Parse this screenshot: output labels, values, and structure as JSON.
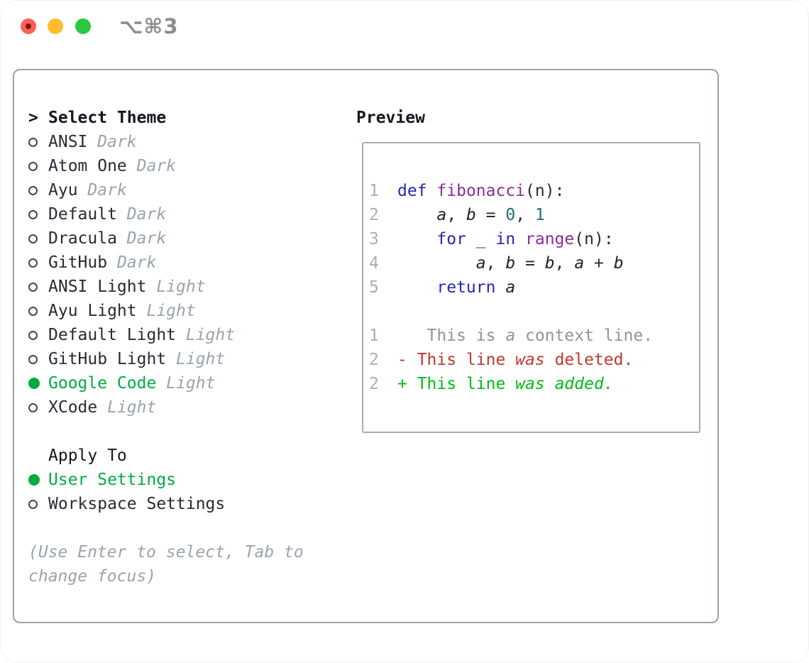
{
  "window": {
    "shortcut_label": "⌥⌘3",
    "traffic_lights": [
      {
        "name": "close",
        "color": "#ff5f57"
      },
      {
        "name": "minimize",
        "color": "#febc2e"
      },
      {
        "name": "zoom",
        "color": "#28c840"
      }
    ]
  },
  "theme_panel": {
    "header_arrow": ">",
    "header_label": "Select Theme",
    "items": [
      {
        "name": "ANSI",
        "variant": "Dark",
        "selected": false
      },
      {
        "name": "Atom One",
        "variant": "Dark",
        "selected": false
      },
      {
        "name": "Ayu",
        "variant": "Dark",
        "selected": false
      },
      {
        "name": "Default",
        "variant": "Dark",
        "selected": false
      },
      {
        "name": "Dracula",
        "variant": "Dark",
        "selected": false
      },
      {
        "name": "GitHub",
        "variant": "Dark",
        "selected": false
      },
      {
        "name": "ANSI Light",
        "variant": "Light",
        "selected": false
      },
      {
        "name": "Ayu Light",
        "variant": "Light",
        "selected": false
      },
      {
        "name": "Default Light",
        "variant": "Light",
        "selected": false
      },
      {
        "name": "GitHub Light",
        "variant": "Light",
        "selected": false
      },
      {
        "name": "Google Code",
        "variant": "Light",
        "selected": true
      },
      {
        "name": "XCode",
        "variant": "Light",
        "selected": false
      }
    ],
    "apply_to": {
      "label": "Apply To",
      "options": [
        {
          "name": "User Settings",
          "selected": true
        },
        {
          "name": "Workspace Settings",
          "selected": false
        }
      ]
    },
    "hint": "(Use Enter to select, Tab to change focus)"
  },
  "preview_panel": {
    "title": "Preview",
    "code_lines": [
      {
        "num": "1",
        "tokens": [
          {
            "t": "def",
            "s": "kw"
          },
          {
            "t": " ",
            "s": "pl"
          },
          {
            "t": "fibonacci",
            "s": "fn"
          },
          {
            "t": "(n):",
            "s": "pl"
          }
        ]
      },
      {
        "num": "2",
        "tokens": [
          {
            "t": "    ",
            "s": "pl"
          },
          {
            "t": "a",
            "s": "var"
          },
          {
            "t": ", ",
            "s": "pl"
          },
          {
            "t": "b",
            "s": "var"
          },
          {
            "t": " = ",
            "s": "pl"
          },
          {
            "t": "0",
            "s": "num"
          },
          {
            "t": ", ",
            "s": "pl"
          },
          {
            "t": "1",
            "s": "num"
          }
        ]
      },
      {
        "num": "3",
        "tokens": [
          {
            "t": "    ",
            "s": "pl"
          },
          {
            "t": "for",
            "s": "kw"
          },
          {
            "t": " _ ",
            "s": "pl"
          },
          {
            "t": "in",
            "s": "kw"
          },
          {
            "t": " ",
            "s": "pl"
          },
          {
            "t": "range",
            "s": "fn"
          },
          {
            "t": "(n):",
            "s": "pl"
          }
        ]
      },
      {
        "num": "4",
        "tokens": [
          {
            "t": "        ",
            "s": "pl"
          },
          {
            "t": "a",
            "s": "var"
          },
          {
            "t": ", ",
            "s": "pl"
          },
          {
            "t": "b",
            "s": "var"
          },
          {
            "t": " = ",
            "s": "pl"
          },
          {
            "t": "b",
            "s": "var"
          },
          {
            "t": ", ",
            "s": "pl"
          },
          {
            "t": "a",
            "s": "var"
          },
          {
            "t": " + ",
            "s": "pl"
          },
          {
            "t": "b",
            "s": "var"
          }
        ]
      },
      {
        "num": "5",
        "tokens": [
          {
            "t": "    ",
            "s": "pl"
          },
          {
            "t": "return",
            "s": "kw"
          },
          {
            "t": " ",
            "s": "pl"
          },
          {
            "t": "a",
            "s": "var"
          }
        ]
      }
    ],
    "diff_lines": [
      {
        "num": "1",
        "tokens": [
          {
            "t": "   This is ",
            "s": "ctx"
          },
          {
            "t": "a",
            "s": "ctxi"
          },
          {
            "t": " context line.",
            "s": "ctx"
          }
        ]
      },
      {
        "num": "2",
        "tokens": [
          {
            "t": "- This line ",
            "s": "del"
          },
          {
            "t": "was",
            "s": "deli"
          },
          {
            "t": " deleted.",
            "s": "del"
          }
        ]
      },
      {
        "num": "2",
        "tokens": [
          {
            "t": "+ This line ",
            "s": "add"
          },
          {
            "t": "was",
            "s": "addi"
          },
          {
            "t": " ",
            "s": "add"
          },
          {
            "t": "added.",
            "s": "addi"
          }
        ]
      }
    ]
  },
  "colors": {
    "selected_green": "#00ab41",
    "added_green": "#00bd12",
    "deleted_red": "#c0392b",
    "keyword_blue": "#2727b5",
    "function_purple": "#8c2d96",
    "number_teal": "#1d6f6f",
    "muted_gray": "#9aa3b0",
    "frame_gray": "#9ba2ac"
  }
}
